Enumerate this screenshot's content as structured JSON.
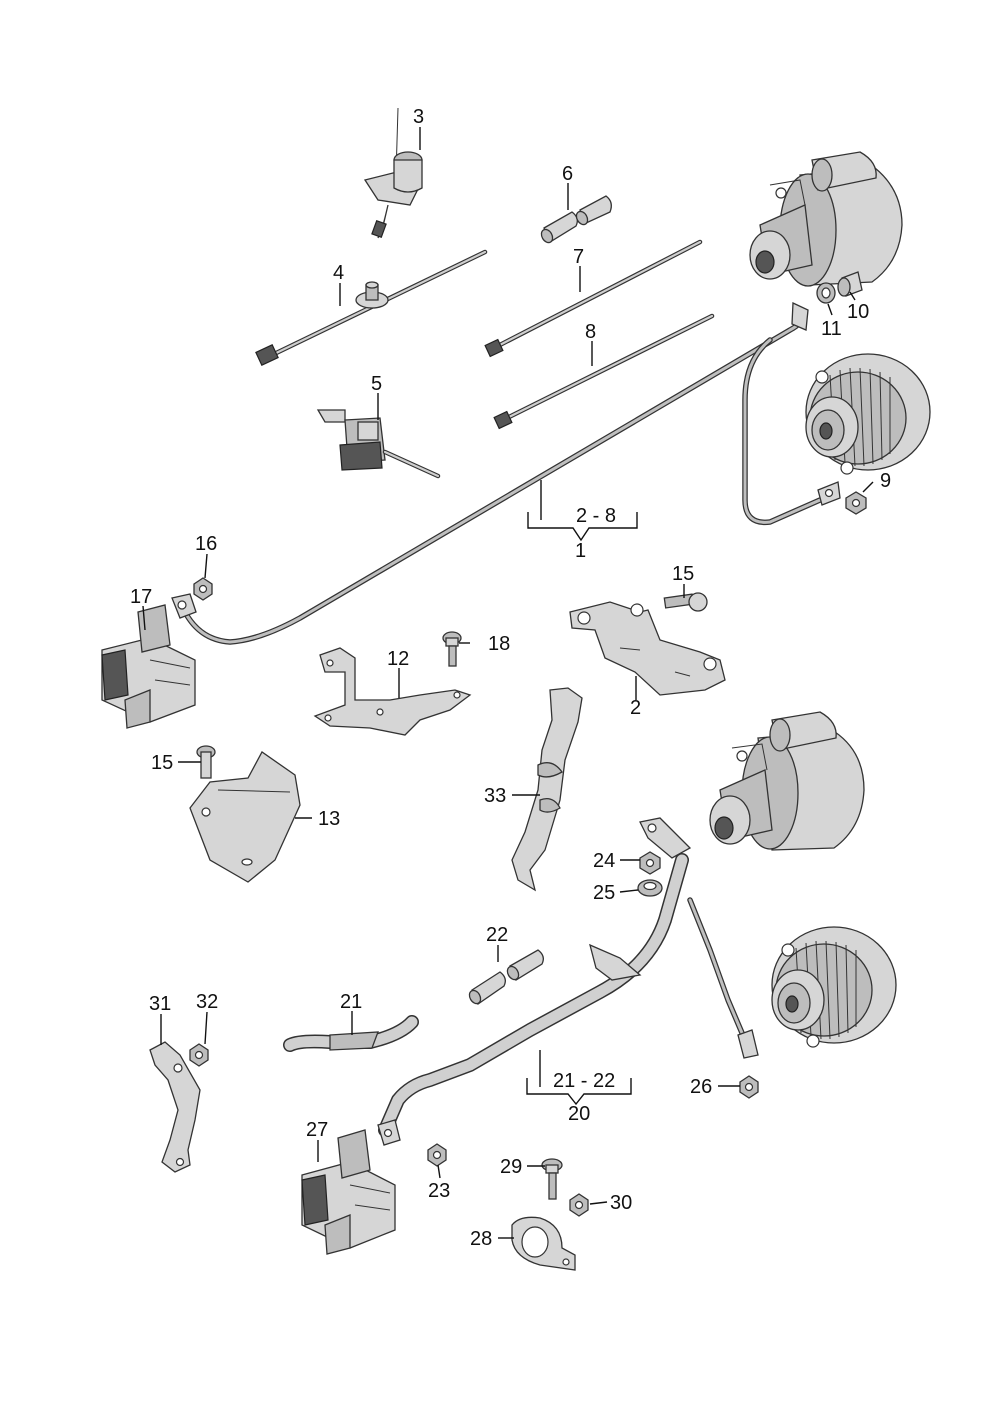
{
  "callouts": {
    "c1": "1",
    "c2": "2",
    "c3": "3",
    "c4": "4",
    "c5": "5",
    "c6": "6",
    "c7": "7",
    "c8": "8",
    "c9": "9",
    "c10": "10",
    "c11": "11",
    "c12": "12",
    "c13": "13",
    "c15a": "15",
    "c15b": "15",
    "c16": "16",
    "c17": "17",
    "c18": "18",
    "c20": "20",
    "c21": "21",
    "c22": "22",
    "c23": "23",
    "c24": "24",
    "c25": "25",
    "c26": "26",
    "c27": "27",
    "c28": "28",
    "c29": "29",
    "c30": "30",
    "c31": "31",
    "c32": "32",
    "c33": "33",
    "range_2_8": "2 - 8",
    "range_21_22": "21 - 22"
  }
}
